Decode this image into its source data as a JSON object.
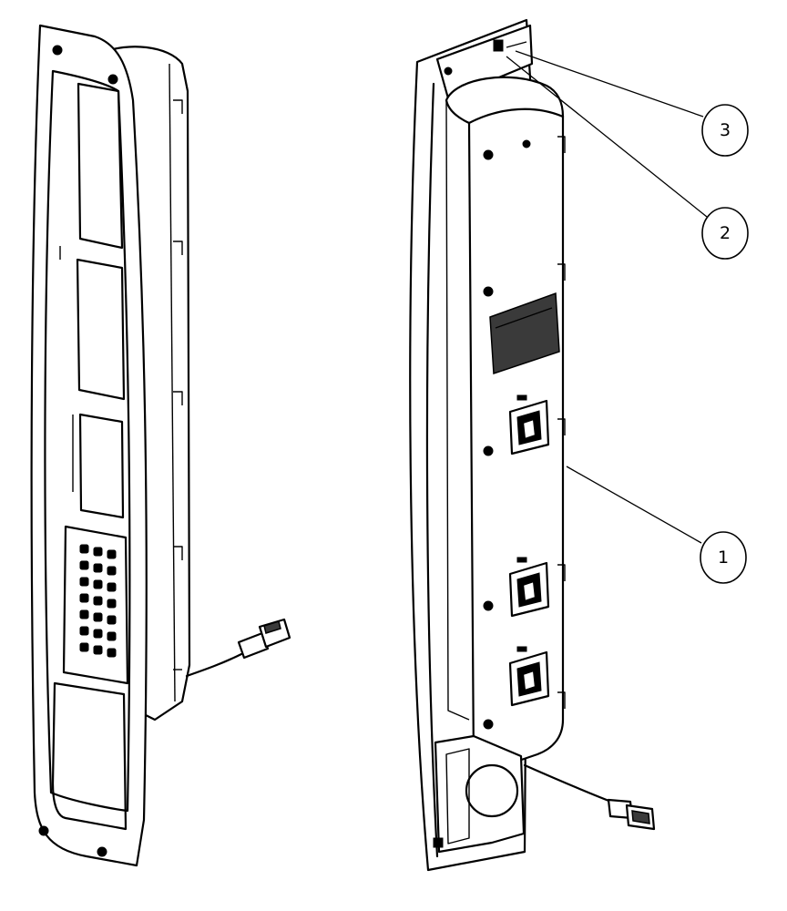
{
  "callouts": [
    {
      "id": "callout-3",
      "label": "3"
    },
    {
      "id": "callout-2",
      "label": "2"
    },
    {
      "id": "callout-1",
      "label": "1"
    }
  ]
}
